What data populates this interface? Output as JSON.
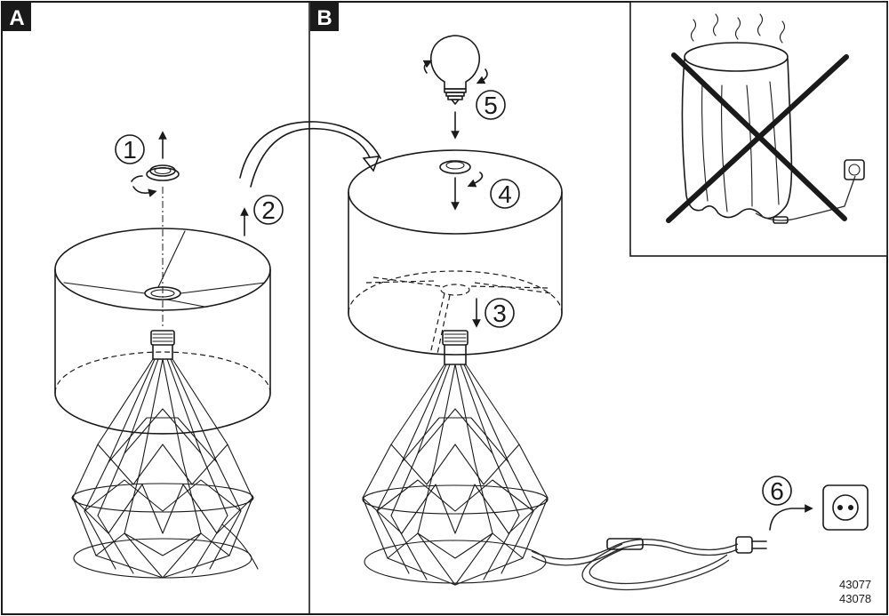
{
  "panels": {
    "a": {
      "label": "A"
    },
    "b": {
      "label": "B"
    }
  },
  "steps": {
    "step1": "1",
    "step2": "2",
    "step3": "3",
    "step4": "4",
    "step5": "5",
    "step6": "6"
  },
  "warning": {
    "icon": "no-cover-lamp-icon"
  },
  "product_codes": [
    "43077",
    "43078"
  ]
}
